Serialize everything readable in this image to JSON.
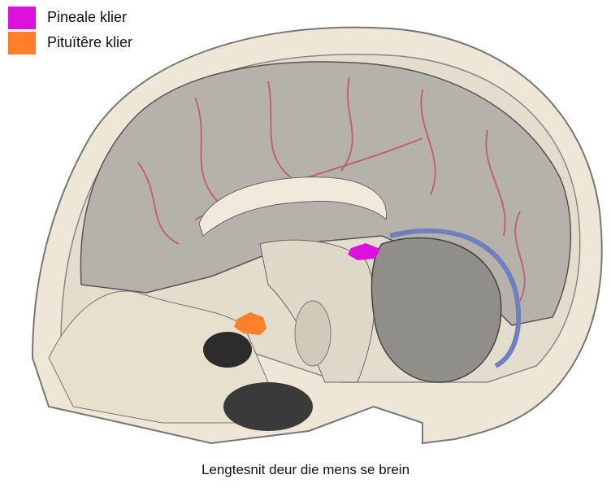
{
  "legend": [
    {
      "label": "Pineale klier",
      "color": "#DD11DD"
    },
    {
      "label": "Pituïtêre klier",
      "color": "#FF7F2A"
    }
  ],
  "caption": "Lengtesnit deur die mens se brein",
  "colors": {
    "skull": "#e9e4d2",
    "brain": "#b9b6ad",
    "cerebellum": "#8f8d88",
    "vessels": "#c0607a",
    "sinus": "#6f7fbf"
  }
}
